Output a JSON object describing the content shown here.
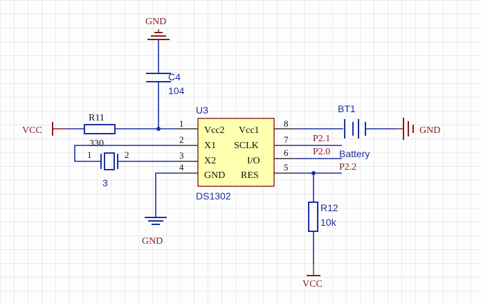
{
  "colors": {
    "wire": "#1b2fa3",
    "power": "#8b1a1a",
    "ic_fill": "#ffffb0",
    "grid": "#c8c8d2"
  },
  "power": {
    "gnd_top": "GND",
    "gnd_bottom": "GND",
    "gnd_right": "GND",
    "vcc_left": "VCC",
    "vcc_bottom": "VCC"
  },
  "components": {
    "c4": {
      "designator": "C4",
      "value": "104"
    },
    "r11": {
      "designator": "R11",
      "value": "330"
    },
    "r12": {
      "designator": "R12",
      "value": "10k"
    },
    "bt1": {
      "designator": "BT1",
      "value": "Battery"
    },
    "crystal": {
      "value": "3",
      "pin1": "1",
      "pin2": "2"
    },
    "u3": {
      "designator": "U3",
      "part": "DS1302",
      "left_pins": [
        {
          "num": "1",
          "name": "Vcc2"
        },
        {
          "num": "2",
          "name": "X1"
        },
        {
          "num": "3",
          "name": "X2"
        },
        {
          "num": "4",
          "name": "GND"
        }
      ],
      "right_pins": [
        {
          "num": "8",
          "name": "Vcc1"
        },
        {
          "num": "7",
          "name": "SCLK"
        },
        {
          "num": "6",
          "name": "I/O"
        },
        {
          "num": "5",
          "name": "RES"
        }
      ]
    }
  },
  "nets": {
    "sclk": "P2.1",
    "io": "P2.0",
    "res": "P2.2"
  }
}
